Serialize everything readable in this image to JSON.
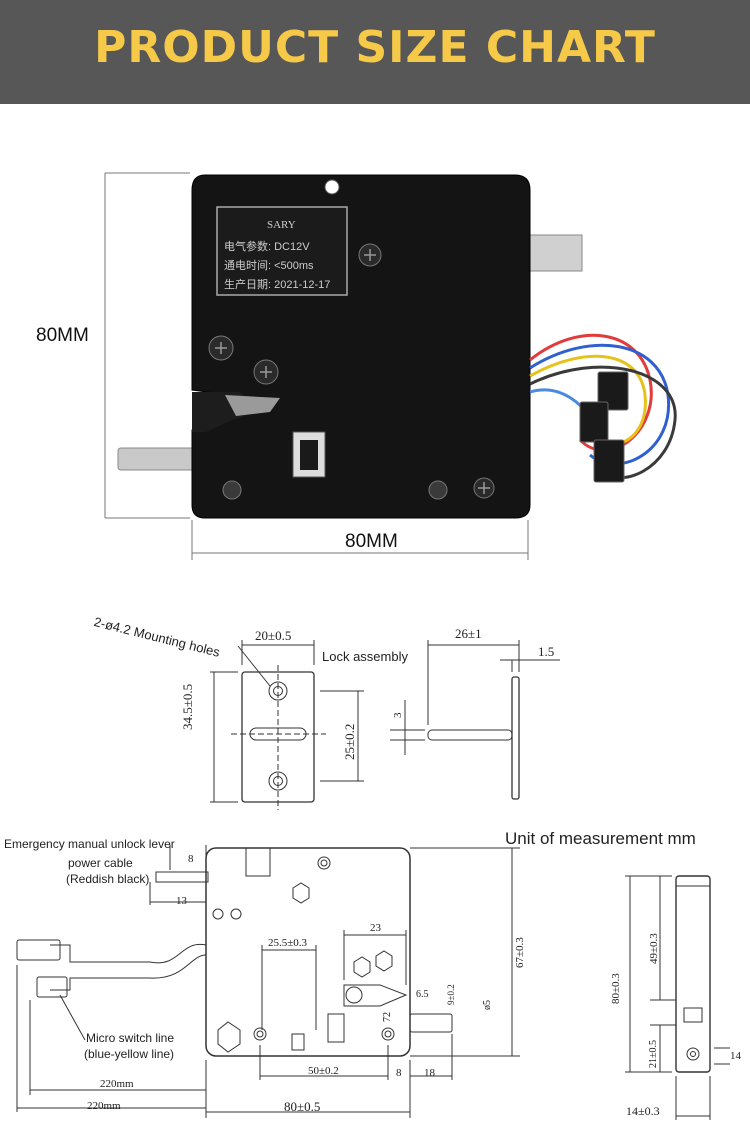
{
  "header": {
    "title": "PRODUCT SIZE CHART",
    "bg": "#575757",
    "accent": "#f7c948"
  },
  "photo": {
    "height_label": "80MM",
    "width_label": "80MM",
    "plate_lines": [
      "SARY",
      "电气参数: DC12V",
      "通电时间: <500ms",
      "生产日期: 2021-12-17"
    ]
  },
  "bolt_drawing": {
    "title": "2-ø4.2 Mounting holes",
    "lock_assembly": "Lock assembly",
    "width_dim": "20±0.5",
    "height_dim": "34.5±0.5",
    "hole_spacing": "25±0.2",
    "side_length": "26±1",
    "plate_thick": "1.5",
    "pin_dia": "3"
  },
  "front_drawing": {
    "emergency_label": "Emergency manual unlock lever",
    "power_cable_label": "power cable",
    "power_cable_sub": "(Reddish black)",
    "micro_switch_label": "Micro switch line",
    "micro_switch_sub": "(blue-yellow line)",
    "unit_label": "Unit of measurement mm",
    "dims": {
      "d8_top": "8",
      "d13": "13",
      "d25_5": "25.5±0.3",
      "d23": "23",
      "d67": "67±0.3",
      "d6_5": "6.5",
      "d9": "9±0.2",
      "d5": "ø5",
      "d72": "72",
      "d50": "50±0.2",
      "d8_bottom": "8",
      "d18": "18",
      "d220a": "220mm",
      "d220b": "220mm",
      "d80": "80±0.5"
    }
  },
  "side_drawing": {
    "d80": "80±0.3",
    "d49": "49±0.3",
    "d21": "21±0.5",
    "d14_side": "14",
    "d14_bottom": "14±0.3"
  }
}
